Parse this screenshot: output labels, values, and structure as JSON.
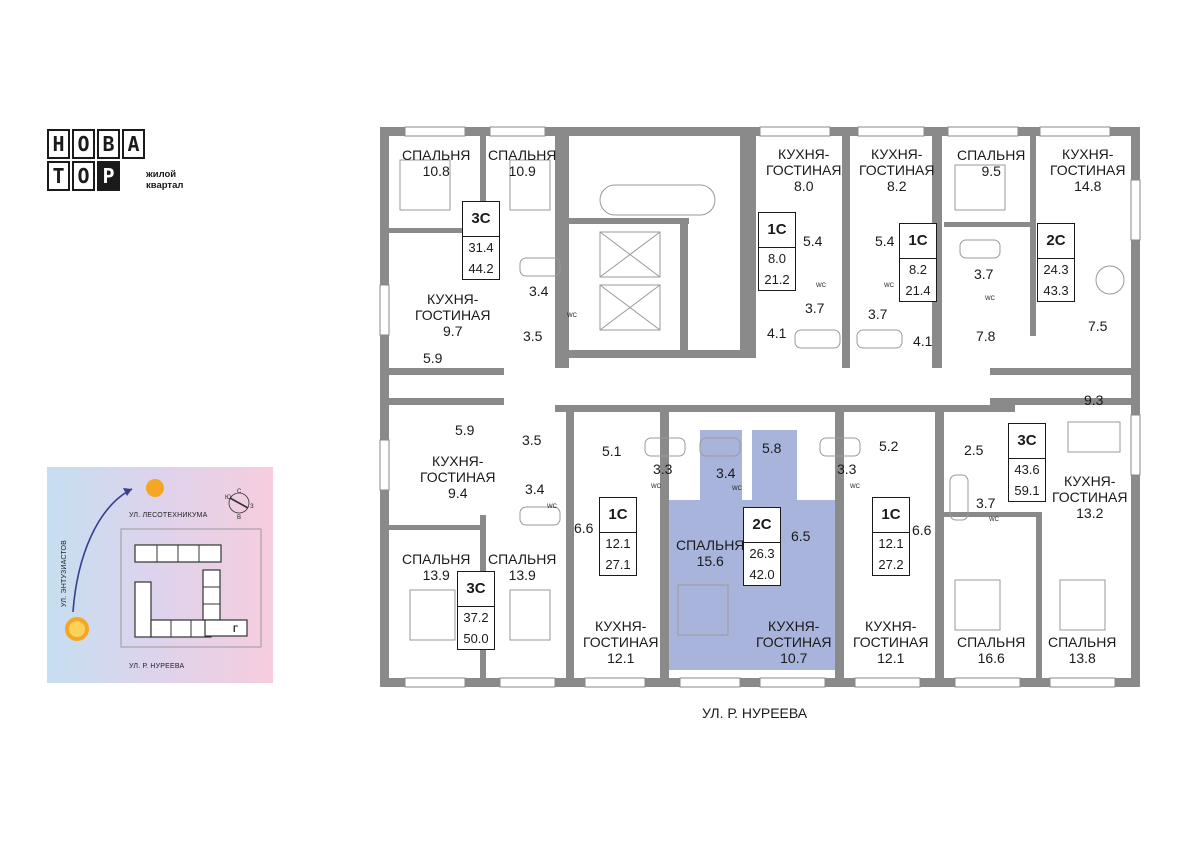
{
  "logo": {
    "letters": [
      "Н",
      "О",
      "В",
      "А",
      "Т",
      "О",
      "Р",
      ""
    ],
    "subtitle": [
      "жилой",
      "квартал"
    ]
  },
  "rooms": [
    {
      "id": "r1",
      "name": "СПАЛЬНЯ",
      "area": "10.8"
    },
    {
      "id": "r2",
      "name": "СПАЛЬНЯ",
      "area": "10.9"
    },
    {
      "id": "r3",
      "name": "КУХНЯ-\nГОСТИНАЯ",
      "area": "8.0"
    },
    {
      "id": "r4",
      "name": "КУХНЯ-\nГОСТИНАЯ",
      "area": "8.2"
    },
    {
      "id": "r5",
      "name": "СПАЛЬНЯ",
      "area": "9.5"
    },
    {
      "id": "r6",
      "name": "КУХНЯ-\nГОСТИНАЯ",
      "area": "14.8"
    },
    {
      "id": "r7",
      "name": "КУХНЯ-\nГОСТИНАЯ",
      "area": "9.7"
    },
    {
      "id": "r8",
      "name": "КУХНЯ-\nГОСТИНАЯ",
      "area": "9.4"
    },
    {
      "id": "r9",
      "name": "СПАЛЬНЯ",
      "area": "13.9"
    },
    {
      "id": "r10",
      "name": "СПАЛЬНЯ",
      "area": "13.9"
    },
    {
      "id": "r11",
      "name": "СПАЛЬНЯ",
      "area": "15.6"
    },
    {
      "id": "r12",
      "name": "КУХНЯ-\nГОСТИНАЯ",
      "area": "12.1"
    },
    {
      "id": "r13",
      "name": "КУХНЯ-\nГОСТИНАЯ",
      "area": "10.7"
    },
    {
      "id": "r14",
      "name": "КУХНЯ-\nГОСТИНАЯ",
      "area": "12.1"
    },
    {
      "id": "r15",
      "name": "СПАЛЬНЯ",
      "area": "16.6"
    },
    {
      "id": "r16",
      "name": "СПАЛЬНЯ",
      "area": "13.8"
    },
    {
      "id": "r17",
      "name": "КУХНЯ-\nГОСТИНАЯ",
      "area": "13.2"
    }
  ],
  "small_areas": [
    "3.4",
    "3.5",
    "5.9",
    "5.9",
    "3.5",
    "3.4",
    "5.4",
    "5.4",
    "3.7",
    "3.7",
    "4.1",
    "4.1",
    "3.7",
    "7.8",
    "7.5",
    "9.3",
    "5.1",
    "3.3",
    "3.4",
    "5.8",
    "3.3",
    "5.2",
    "2.5",
    "3.7",
    "6.6",
    "6.5",
    "6.6"
  ],
  "apartments": [
    {
      "type": "3С",
      "living": "31.4",
      "total": "44.2"
    },
    {
      "type": "1С",
      "living": "8.0",
      "total": "21.2"
    },
    {
      "type": "1С",
      "living": "8.2",
      "total": "21.4"
    },
    {
      "type": "2С",
      "living": "24.3",
      "total": "43.3"
    },
    {
      "type": "3С",
      "living": "43.6",
      "total": "59.1"
    },
    {
      "type": "1С",
      "living": "12.1",
      "total": "27.1"
    },
    {
      "type": "2С",
      "living": "26.3",
      "total": "42.0"
    },
    {
      "type": "1С",
      "living": "12.1",
      "total": "27.2"
    },
    {
      "type": "3С",
      "living": "37.2",
      "total": "50.0"
    }
  ],
  "wc_label": "WC",
  "streets": {
    "bottom": "УЛ. Р. НУРЕЕВА"
  },
  "situation": {
    "top_street": "УЛ. ЛЕСОТЕХНИКУМА",
    "left_street": "УЛ. ЭНТУЗИАСТОВ",
    "bottom_street": "УЛ. Р. НУРЕЕВА",
    "building_letter": "Г",
    "compass": [
      "Ю",
      "С",
      "З",
      "В"
    ]
  },
  "colors": {
    "wall": "#8a8a8a",
    "highlight": "#a9b4dc",
    "highlight_line": "#6f7fbf"
  }
}
